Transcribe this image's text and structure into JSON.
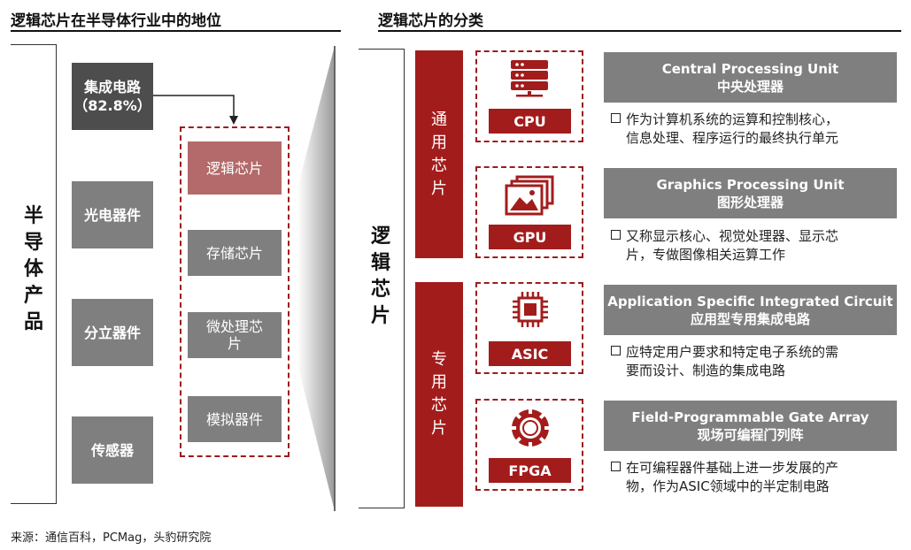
{
  "left": {
    "title": "逻辑芯片在半导体行业中的地位",
    "vertical_label": "半导体产品",
    "products": [
      {
        "line1": "集成电路",
        "line2": "（82.8%）"
      },
      {
        "line1": "光电器件"
      },
      {
        "line1": "分立器件"
      },
      {
        "line1": "传感器"
      }
    ],
    "ic_types": [
      {
        "line1": "逻辑芯片",
        "active": true
      },
      {
        "line1": "存储芯片"
      },
      {
        "line1": "微处理芯",
        "line2": "片"
      },
      {
        "line1": "模拟器件"
      }
    ]
  },
  "right": {
    "title": "逻辑芯片的分类",
    "vertical_label": "逻辑芯片",
    "groups": [
      {
        "label": "通用芯片"
      },
      {
        "label": "专用芯片"
      }
    ],
    "chips": [
      {
        "icon": "server-icon",
        "label": "CPU",
        "en": "Central Processing Unit",
        "cn": "中央处理器",
        "desc1": "作为计算机系统的运算和控制核心，",
        "desc2": "信息处理、程序运行的最终执行单元"
      },
      {
        "icon": "image-gallery-icon",
        "label": "GPU",
        "en": "Graphics Processing Unit",
        "cn": "图形处理器",
        "desc1": "又称显示核心、视觉处理器、显示芯",
        "desc2": "片，专做图像相关运算工作"
      },
      {
        "icon": "microchip-icon",
        "label": "ASIC",
        "en": "Application Specific Integrated Circuit",
        "cn": "应用型专用集成电路",
        "desc1": "应特定用户要求和特定电子系统的需",
        "desc2": "要而设计、制造的集成电路"
      },
      {
        "icon": "gear-ring-icon",
        "label": "FPGA",
        "en": "Field-Programmable Gate Array",
        "cn": "现场可编程门列阵",
        "desc1": "在可编程器件基础上进一步发展的产",
        "desc2": "物，作为ASIC领域中的半定制电路"
      }
    ]
  },
  "source": "来源：通信百科，PCMag，头豹研究院",
  "colors": {
    "accent": "#a31c1c",
    "gray": "#7f7f7f",
    "dark_gray": "#4d4d4d",
    "active": "#b46a6a"
  }
}
